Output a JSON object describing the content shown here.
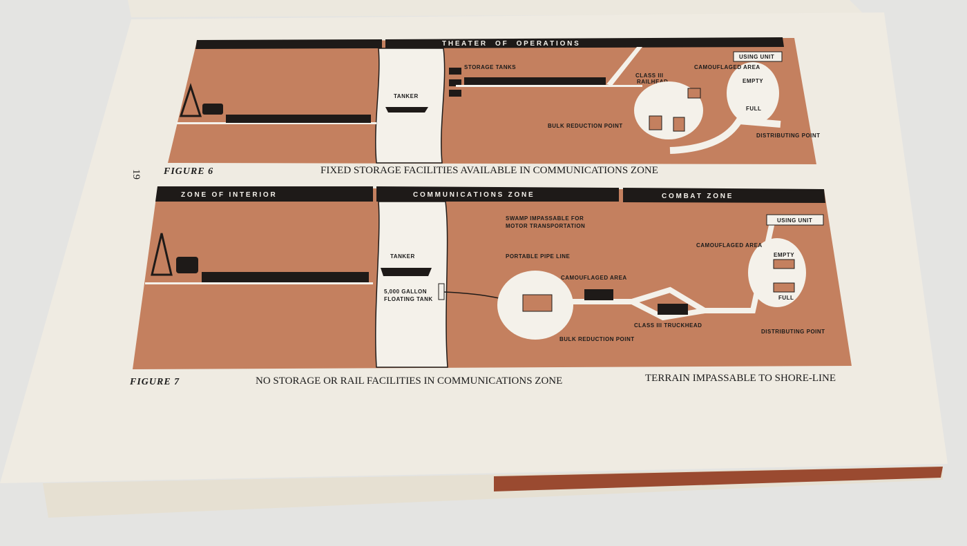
{
  "page_number": "19",
  "colors": {
    "panel": "#c4805f",
    "page": "#efebe2",
    "ink": "#1e1a18"
  },
  "figure6": {
    "label": "FIGURE 6",
    "caption": "FIXED STORAGE FACILITIES AVAILABLE IN COMMUNICATIONS ZONE",
    "header": "T H E A T E R     O F     O P E R A T I O N S",
    "labels": {
      "storage_tanks": "STORAGE TANKS",
      "tanker": "TANKER",
      "railhead_1": "CLASS III",
      "railhead_2": "RAILHEAD",
      "camouflaged_area": "CAMOUFLAGED AREA",
      "using_unit": "USING UNIT",
      "empty": "EMPTY",
      "full": "FULL",
      "bulk_reduction_point": "BULK REDUCTION POINT",
      "distributing_point": "DISTRIBUTING POINT"
    }
  },
  "figure7": {
    "label": "FIGURE 7",
    "caption": "NO STORAGE OR RAIL FACILITIES IN COMMUNICATIONS ZONE",
    "caption_right": "TERRAIN IMPASSABLE TO SHORE-LINE",
    "headers": [
      "Z O N E   O F   I N T E R I O R",
      "C O M M U N I C A T I O N S   Z O N E",
      "C O M B A T   Z O N E"
    ],
    "labels": {
      "swamp_1": "SWAMP IMPASSABLE FOR",
      "swamp_2": "MOTOR TRANSPORTATION",
      "tanker": "TANKER",
      "portable_pipe_line": "PORTABLE PIPE LINE",
      "floating_tank_1": "5,000 GALLON",
      "floating_tank_2": "FLOATING TANK",
      "camouflaged_area": "CAMOUFLAGED AREA",
      "camouflaged_area_2": "CAMOUFLAGED AREA",
      "bulk_reduction_point": "BULK REDUCTION POINT",
      "truckhead": "CLASS III TRUCKHEAD",
      "using_unit": "USING UNIT",
      "empty": "EMPTY",
      "full": "FULL",
      "distributing_point": "DISTRIBUTING POINT"
    }
  }
}
